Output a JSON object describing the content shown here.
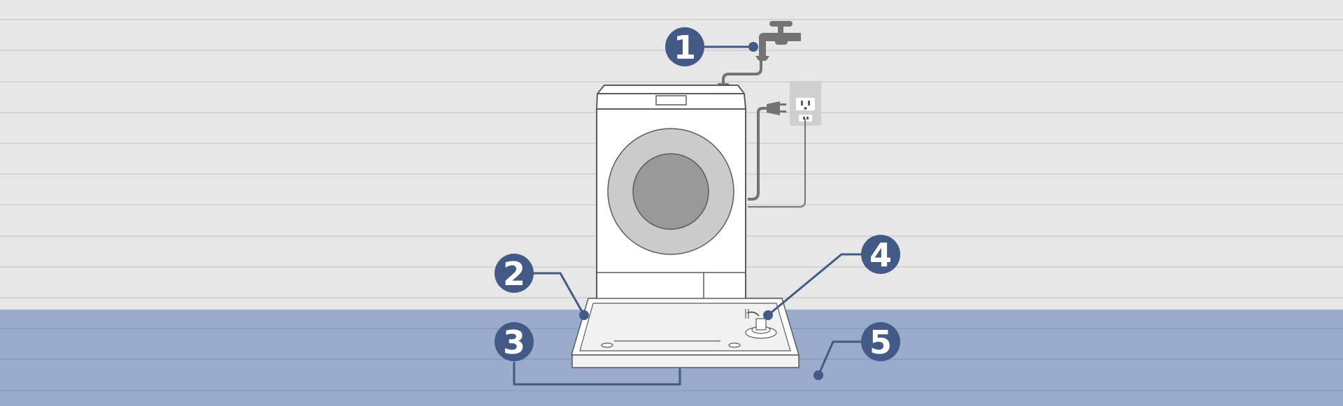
{
  "colors": {
    "wall": "#e7e7e7",
    "wall_line": "#cdcdcd",
    "floor": "#9aabcb",
    "floor_line": "#8a9bbd",
    "accent": "#435a86",
    "outline": "#5b5b5b",
    "pipe": "#737373",
    "door_ring": "#cbcbcb",
    "door_glass": "#999999",
    "outlet": "#cfcfcf"
  },
  "icons": {
    "faucet": "faucet-icon",
    "power_plug": "power-plug-icon",
    "wall_outlet": "wall-outlet-icon",
    "washing_machine": "washing-machine-icon"
  },
  "callouts": [
    {
      "label": "1"
    },
    {
      "label": "2"
    },
    {
      "label": "3"
    },
    {
      "label": "4"
    },
    {
      "label": "5"
    }
  ]
}
